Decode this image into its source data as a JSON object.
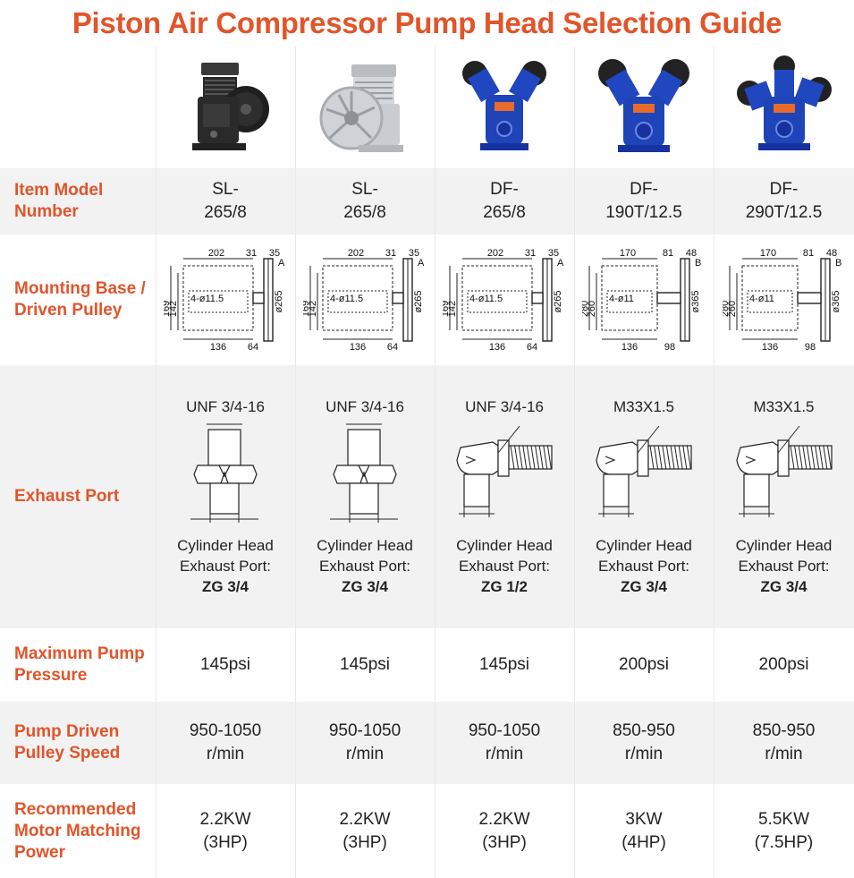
{
  "title": "Piston Air Compressor Pump Head Selection Guide",
  "labels": {
    "model": "Item Model Number",
    "mounting": "Mounting Base / Driven Pulley",
    "exhaust": "Exhaust Port",
    "pressure": "Maximum Pump Pressure",
    "speed": "Pump Driven Pulley Speed",
    "power": "Recommended Motor Matching Power"
  },
  "exhaust_caption": [
    "Cylinder Head",
    "Exhaust Port:"
  ],
  "products": [
    {
      "image": "black-pump-head-icon",
      "model": [
        "SL-",
        "265/8"
      ],
      "drawing": {
        "top": [
          "202",
          "31",
          "35"
        ],
        "left": [
          "169",
          "142"
        ],
        "hole": "4-ø11.5",
        "dia": "ø265",
        "bottom": [
          "136",
          "64"
        ],
        "tag": "A"
      },
      "thread": "UNF 3/4-16",
      "exhaust_style": "straight",
      "exhaust_port": "ZG 3/4",
      "pressure": "145psi",
      "speed": [
        "950-1050",
        "r/min"
      ],
      "power": [
        "2.2KW",
        "(3HP)"
      ]
    },
    {
      "image": "silver-pump-head-icon",
      "model": [
        "SL-",
        "265/8"
      ],
      "drawing": {
        "top": [
          "202",
          "31",
          "35"
        ],
        "left": [
          "169",
          "142"
        ],
        "hole": "4-ø11.5",
        "dia": "ø265",
        "bottom": [
          "136",
          "64"
        ],
        "tag": "A"
      },
      "thread": "UNF 3/4-16",
      "exhaust_style": "straight",
      "exhaust_port": "ZG 3/4",
      "pressure": "145psi",
      "speed": [
        "950-1050",
        "r/min"
      ],
      "power": [
        "2.2KW",
        "(3HP)"
      ]
    },
    {
      "image": "blue-twin-pump-head-icon",
      "model": [
        "DF-",
        "265/8"
      ],
      "drawing": {
        "top": [
          "202",
          "31",
          "35"
        ],
        "left": [
          "169",
          "142"
        ],
        "hole": "4-ø11.5",
        "dia": "ø265",
        "bottom": [
          "136",
          "64"
        ],
        "tag": "A"
      },
      "thread": "UNF 3/4-16",
      "exhaust_style": "elbow",
      "exhaust_port": "ZG 1/2",
      "pressure": "145psi",
      "speed": [
        "950-1050",
        "r/min"
      ],
      "power": [
        "2.2KW",
        "(3HP)"
      ]
    },
    {
      "image": "blue-twin-pump-head-large-icon",
      "model": [
        "DF-",
        "190T/12.5"
      ],
      "drawing": {
        "top": [
          "170",
          "81",
          "48"
        ],
        "left": [
          "280",
          "260"
        ],
        "hole": "4-ø11",
        "dia": "ø365",
        "bottom": [
          "136",
          "98"
        ],
        "tag": "B"
      },
      "thread": "M33X1.5",
      "exhaust_style": "elbow",
      "exhaust_port": "ZG 3/4",
      "pressure": "200psi",
      "speed": [
        "850-950",
        "r/min"
      ],
      "power": [
        "3KW",
        "(4HP)"
      ]
    },
    {
      "image": "blue-triple-pump-head-icon",
      "model": [
        "DF-",
        "290T/12.5"
      ],
      "drawing": {
        "top": [
          "170",
          "81",
          "48"
        ],
        "left": [
          "280",
          "260"
        ],
        "hole": "4-ø11",
        "dia": "ø365",
        "bottom": [
          "136",
          "98"
        ],
        "tag": "B"
      },
      "thread": "M33X1.5",
      "exhaust_style": "elbow",
      "exhaust_port": "ZG 3/4",
      "pressure": "200psi",
      "speed": [
        "850-950",
        "r/min"
      ],
      "power": [
        "5.5KW",
        "(7.5HP)"
      ]
    }
  ],
  "colors": {
    "accent": "#e2542a",
    "pump_blue": "#1e44b8",
    "pump_black": "#2a2a2a",
    "pump_silver": "#c9ccd0",
    "row_shade": "#f2f2f2"
  }
}
